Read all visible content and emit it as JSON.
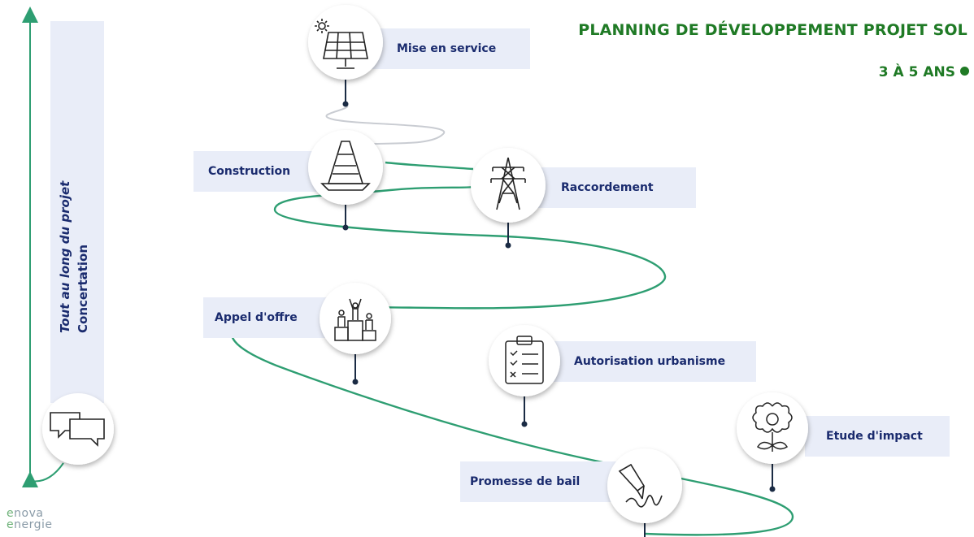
{
  "header": {
    "title": "PLANNING DE DÉVELOPPEMENT PROJET SOL",
    "duration": "3 À 5 ANS"
  },
  "side": {
    "line1": "Tout au long du projet",
    "line2": "Concertation",
    "icon": "speech-bubbles-icon"
  },
  "steps": [
    {
      "label": "Mise en service",
      "icon": "solar-panel-icon"
    },
    {
      "label": "Construction",
      "icon": "traffic-cone-icon"
    },
    {
      "label": "Raccordement",
      "icon": "pylon-icon"
    },
    {
      "label": "Appel d'offre",
      "icon": "podium-icon"
    },
    {
      "label": "Autorisation urbanisme",
      "icon": "clipboard-checklist-icon"
    },
    {
      "label": "Etude d'impact",
      "icon": "flower-icon"
    },
    {
      "label": "Promesse de bail",
      "icon": "pen-signature-icon"
    }
  ],
  "logo": {
    "line1": "nova",
    "line2": "nergie",
    "prefix": "e"
  },
  "colors": {
    "accent": "#1f7a25",
    "path": "#2e9e72",
    "label_bg": "#e9edf8",
    "label_text": "#1a2b6e"
  }
}
